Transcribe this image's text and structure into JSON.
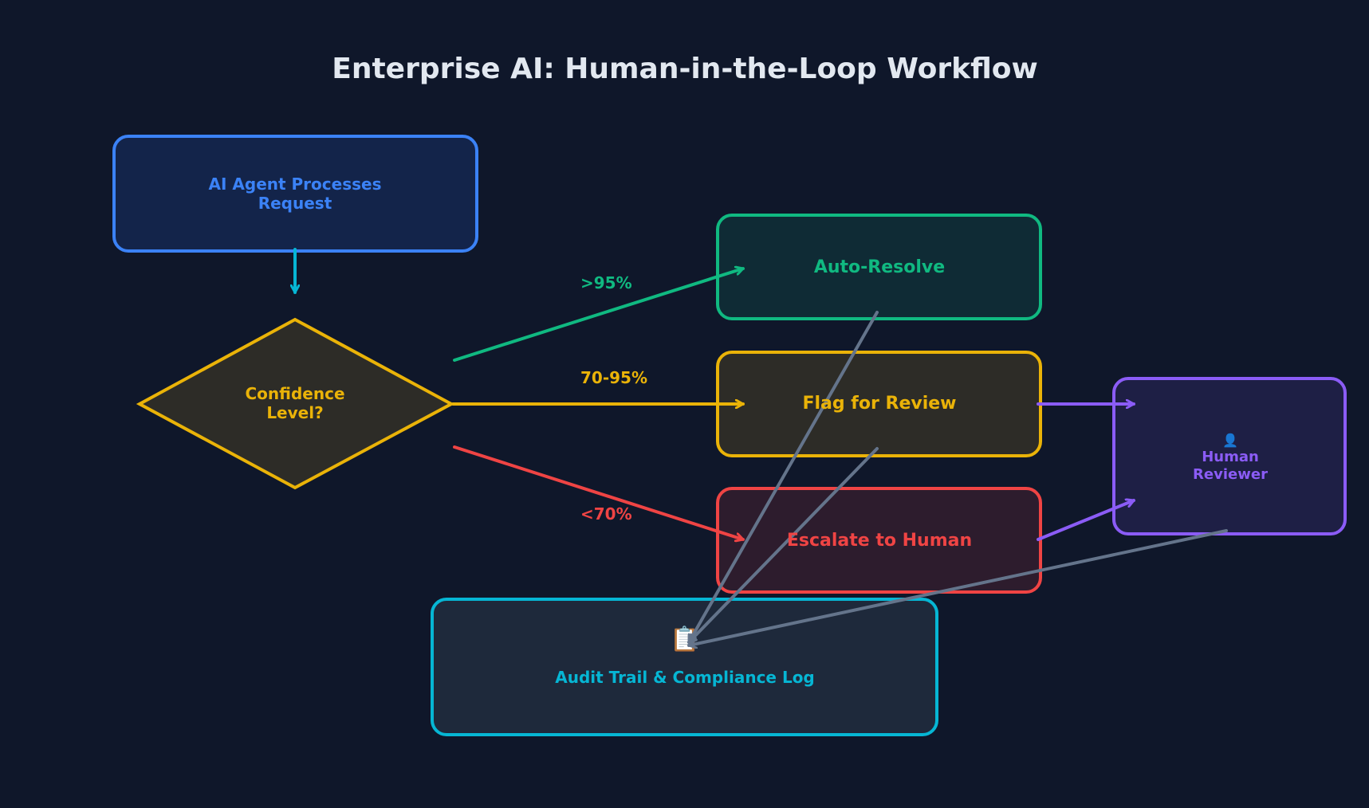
{
  "title": "Enterprise AI: Human-in-the-Loop Workflow",
  "colors": {
    "background": "#0f172a",
    "blue": "#3b82f6",
    "cyan": "#06b6d4",
    "green": "#10b981",
    "yellow": "#eab308",
    "red": "#ef4444",
    "purple": "#8b5cf6",
    "gray": "#64748b"
  },
  "nodes": {
    "start": {
      "line1": "AI Agent Processes",
      "line2": "Request"
    },
    "decision": {
      "line1": "Confidence",
      "line2": "Level?"
    },
    "auto": {
      "label": "Auto-Resolve"
    },
    "flag": {
      "label": "Flag for Review"
    },
    "escalate": {
      "label": "Escalate to Human"
    },
    "reviewer": {
      "icon": "person-icon",
      "glyph": "👤",
      "line1": "Human",
      "line2": "Reviewer"
    },
    "audit": {
      "icon": "clipboard-icon",
      "glyph": "📋",
      "label": "Audit Trail & Compliance Log"
    }
  },
  "edges": {
    "high": ">95%",
    "mid": "70-95%",
    "low": "<70%"
  }
}
